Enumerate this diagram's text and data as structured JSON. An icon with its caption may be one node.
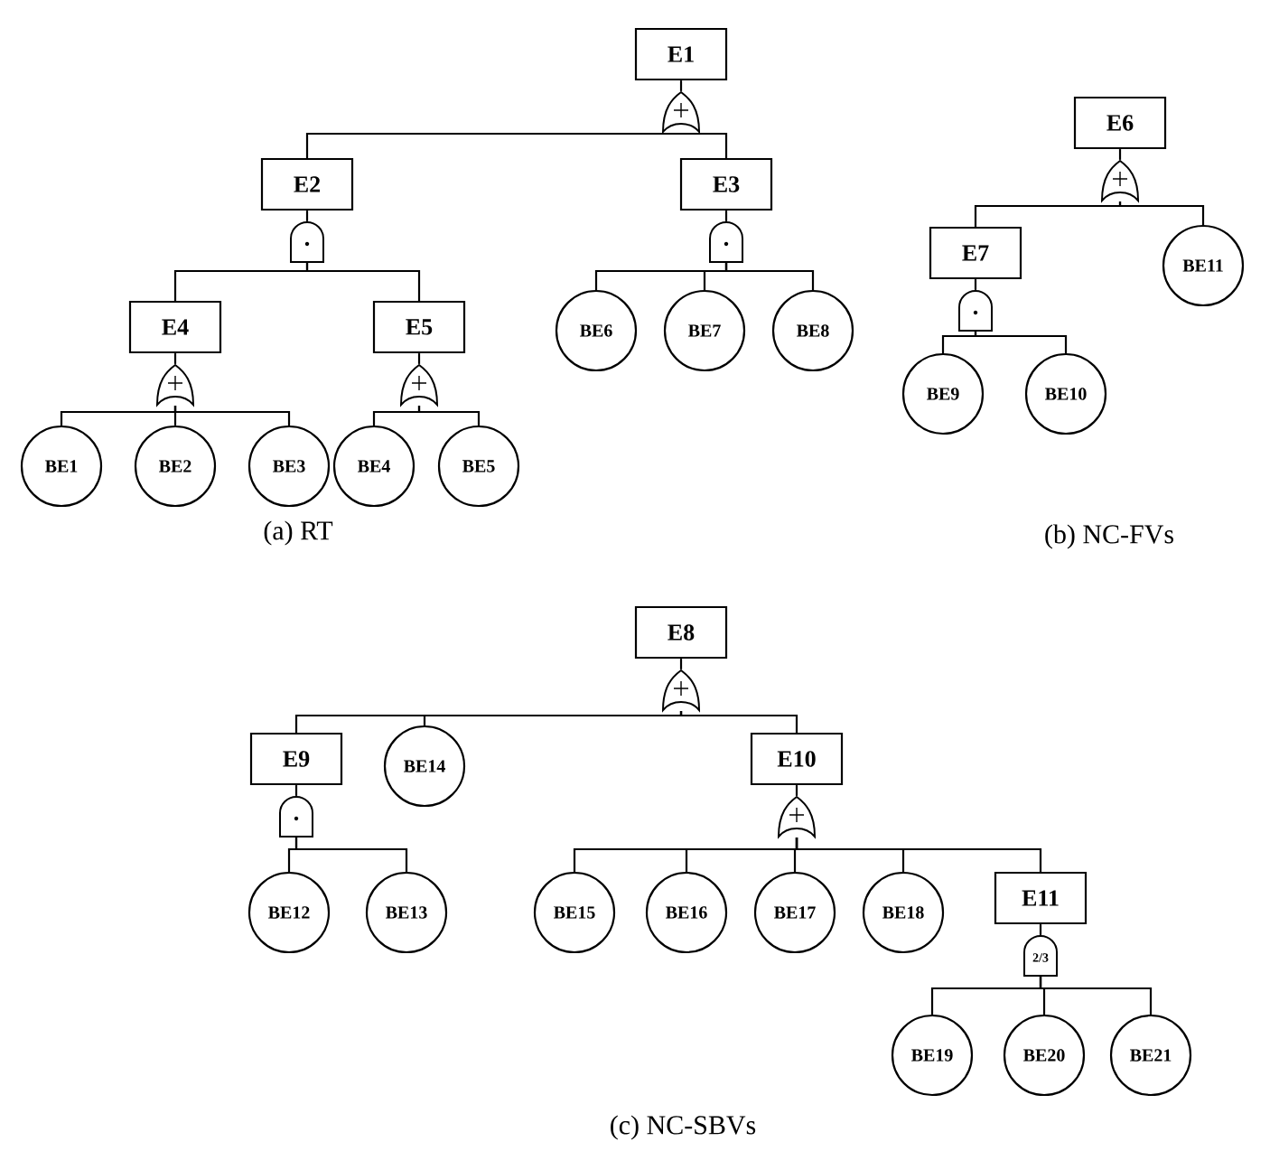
{
  "diagram": {
    "nodes": [
      {
        "text": [
          "E1"
        ]
      },
      {
        "text": [],
        "shape": "or-gate"
      },
      {
        "text": [
          "E2"
        ]
      },
      {
        "text": [],
        "shape": "and-gate"
      },
      {
        "text": [
          "E3"
        ]
      },
      {
        "text": [],
        "shape": "and-gate"
      },
      {
        "text": [
          "E4"
        ]
      },
      {
        "text": [],
        "shape": "or-gate"
      },
      {
        "text": [
          "E5"
        ]
      },
      {
        "text": [],
        "shape": "or-gate"
      },
      {
        "text": [
          "BE1"
        ]
      },
      {
        "text": [
          "BE2"
        ]
      },
      {
        "text": [
          "BE3"
        ]
      },
      {
        "text": [
          "BE4"
        ]
      },
      {
        "text": [
          "BE5"
        ]
      },
      {
        "text": [
          "BE6"
        ]
      },
      {
        "text": [
          "BE7"
        ]
      },
      {
        "text": [
          "BE8"
        ]
      },
      {
        "text": [
          "E6"
        ]
      },
      {
        "text": [],
        "shape": "or-gate"
      },
      {
        "text": [
          "E7"
        ]
      },
      {
        "text": [],
        "shape": "and-gate"
      },
      {
        "text": [
          "BE9"
        ]
      },
      {
        "text": [
          "BE10"
        ]
      },
      {
        "text": [
          "BE11"
        ]
      },
      {
        "text": [
          "E8"
        ]
      },
      {
        "text": [],
        "shape": "or-gate"
      },
      {
        "text": [
          "E9"
        ]
      },
      {
        "text": [],
        "shape": "and-gate"
      },
      {
        "text": [
          "BE14"
        ]
      },
      {
        "text": [
          "E10"
        ]
      },
      {
        "text": [],
        "shape": "or-gate"
      },
      {
        "text": [
          "BE12"
        ]
      },
      {
        "text": [
          "BE13"
        ]
      },
      {
        "text": [
          "BE15"
        ]
      },
      {
        "text": [
          "BE16"
        ]
      },
      {
        "text": [
          "BE17"
        ]
      },
      {
        "text": [
          "BE18"
        ]
      },
      {
        "text": [
          "E11"
        ]
      },
      {
        "text": [
          "2/3"
        ]
      },
      {
        "text": [
          "BE19"
        ]
      },
      {
        "text": [
          "BE20"
        ]
      },
      {
        "text": [
          "BE21"
        ]
      }
    ],
    "edges": [
      {
        "from": 0,
        "to": 1,
        "arrow": "none"
      },
      {
        "from": 1,
        "to": 2,
        "arrow": "none"
      },
      {
        "from": 1,
        "to": 4,
        "arrow": "none"
      },
      {
        "from": 2,
        "to": 3,
        "arrow": "none"
      },
      {
        "from": 3,
        "to": 6,
        "arrow": "none"
      },
      {
        "from": 3,
        "to": 8,
        "arrow": "none"
      },
      {
        "from": 4,
        "to": 5,
        "arrow": "none"
      },
      {
        "from": 5,
        "to": 15,
        "arrow": "none"
      },
      {
        "from": 5,
        "to": 16,
        "arrow": "none"
      },
      {
        "from": 5,
        "to": 17,
        "arrow": "none"
      },
      {
        "from": 6,
        "to": 7,
        "arrow": "none"
      },
      {
        "from": 7,
        "to": 10,
        "arrow": "none"
      },
      {
        "from": 7,
        "to": 11,
        "arrow": "none"
      },
      {
        "from": 7,
        "to": 12,
        "arrow": "none"
      },
      {
        "from": 8,
        "to": 9,
        "arrow": "none"
      },
      {
        "from": 9,
        "to": 13,
        "arrow": "none"
      },
      {
        "from": 9,
        "to": 14,
        "arrow": "none"
      },
      {
        "from": 18,
        "to": 19,
        "arrow": "none"
      },
      {
        "from": 19,
        "to": 20,
        "arrow": "none"
      },
      {
        "from": 19,
        "to": 24,
        "arrow": "none"
      },
      {
        "from": 20,
        "to": 21,
        "arrow": "none"
      },
      {
        "from": 21,
        "to": 22,
        "arrow": "none"
      },
      {
        "from": 21,
        "to": 23,
        "arrow": "none"
      },
      {
        "from": 25,
        "to": 26,
        "arrow": "none"
      },
      {
        "from": 26,
        "to": 27,
        "arrow": "none"
      },
      {
        "from": 26,
        "to": 29,
        "arrow": "none"
      },
      {
        "from": 26,
        "to": 30,
        "arrow": "none"
      },
      {
        "from": 27,
        "to": 28,
        "arrow": "none"
      },
      {
        "from": 28,
        "to": 32,
        "arrow": "none"
      },
      {
        "from": 28,
        "to": 33,
        "arrow": "none"
      },
      {
        "from": 30,
        "to": 31,
        "arrow": "none"
      },
      {
        "from": 31,
        "to": 34,
        "arrow": "none"
      },
      {
        "from": 31,
        "to": 35,
        "arrow": "none"
      },
      {
        "from": 31,
        "to": 36,
        "arrow": "none"
      },
      {
        "from": 31,
        "to": 37,
        "arrow": "none"
      },
      {
        "from": 31,
        "to": 38,
        "arrow": "none"
      },
      {
        "from": 38,
        "to": 39,
        "arrow": "none"
      },
      {
        "from": 39,
        "to": 40,
        "arrow": "none"
      },
      {
        "from": 39,
        "to": 41,
        "arrow": "none"
      },
      {
        "from": 39,
        "to": 42,
        "arrow": "none"
      }
    ],
    "labels": [
      "(a) RT",
      "(b) NC-FVs",
      "(c) NC-SBVs"
    ]
  }
}
